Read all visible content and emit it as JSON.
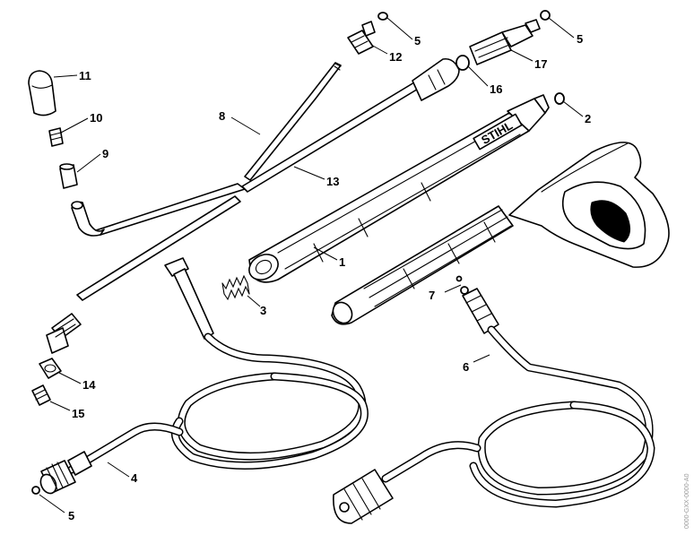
{
  "diagram": {
    "labels": {
      "p1": "1",
      "p2": "2",
      "p3": "3",
      "p4": "4",
      "p5a": "5",
      "p5b": "5",
      "p5c": "5",
      "p6": "6",
      "p7": "7",
      "p8": "8",
      "p9": "9",
      "p10": "10",
      "p11": "11",
      "p12": "12",
      "p13": "13",
      "p14": "14",
      "p15": "15",
      "p16": "16",
      "p17": "17"
    },
    "brand_text": "STIHL",
    "side_code": "0000-GXX-0000-A0",
    "colors": {
      "line": "#000000",
      "background": "#ffffff"
    }
  }
}
